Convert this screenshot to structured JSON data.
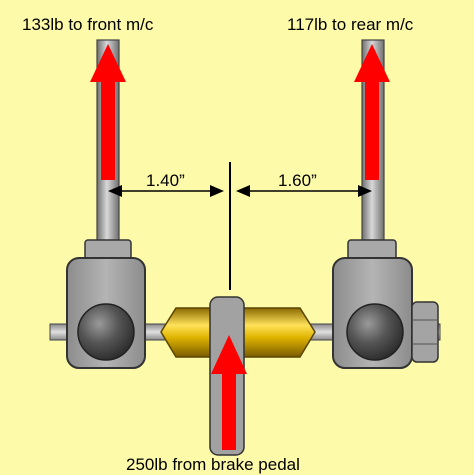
{
  "labels": {
    "front_force": "133lb to front m/c",
    "rear_force": "117lb to rear m/c",
    "left_distance": "1.40”",
    "right_distance": "1.60”",
    "pedal_force": "250lb from brake pedal"
  },
  "colors": {
    "background": "#fdfaaa",
    "arrow": "#ff0000",
    "steel": "#a9a9a9",
    "ball": "#555555",
    "brass": "#e0b400"
  }
}
